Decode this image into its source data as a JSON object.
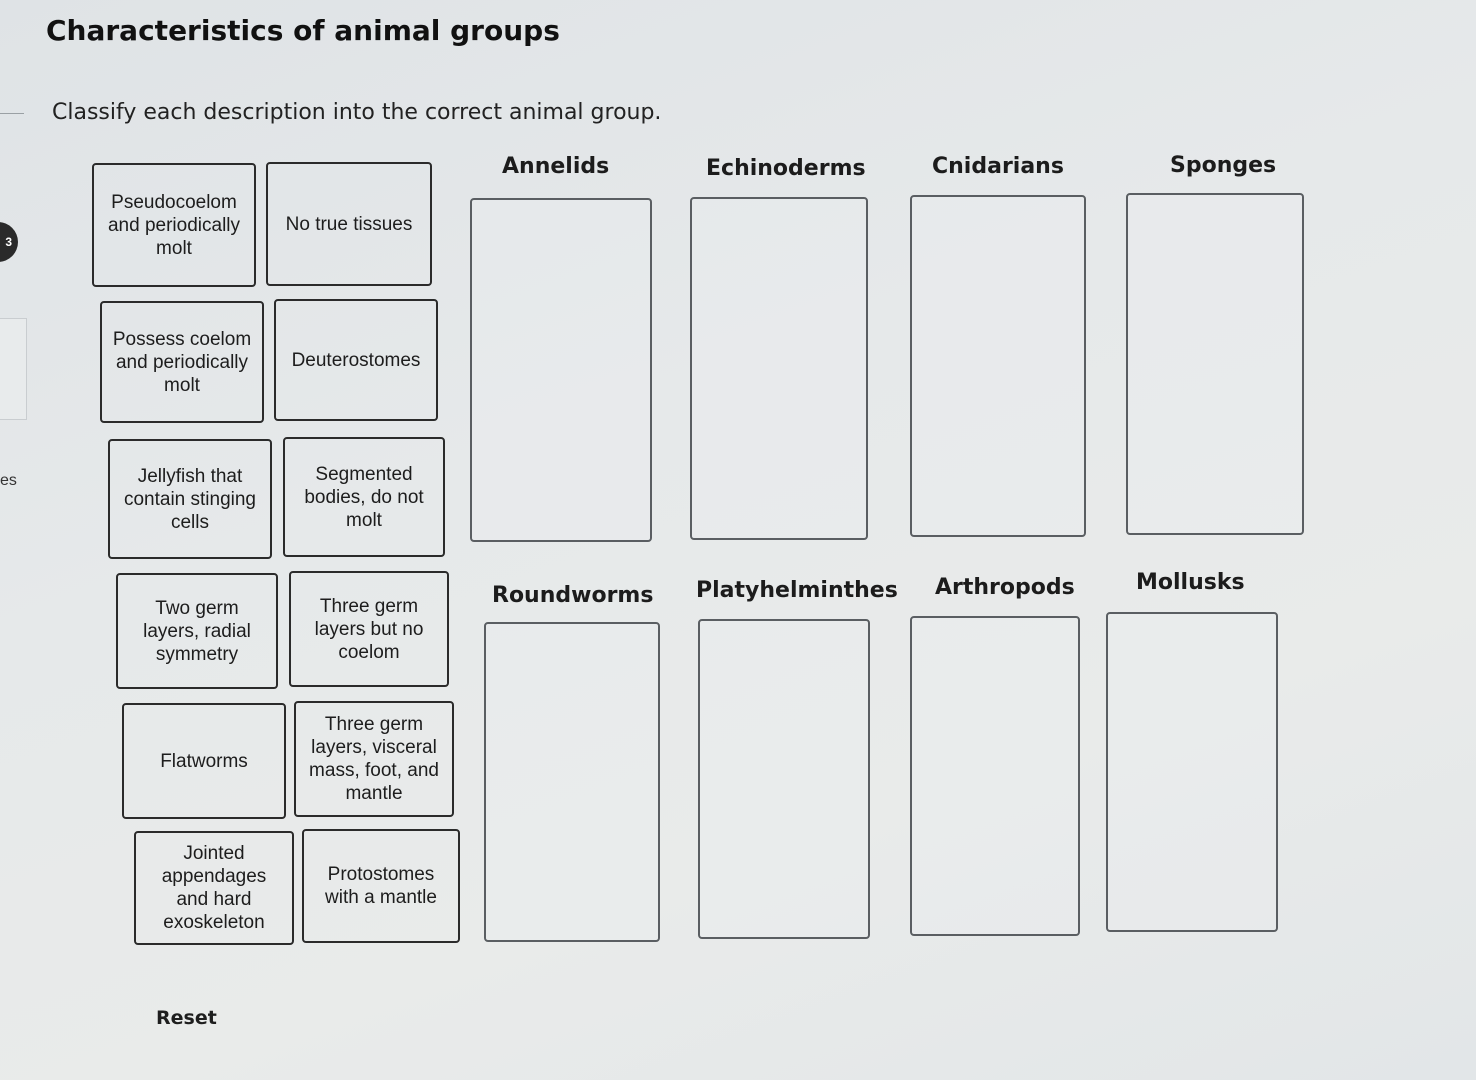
{
  "title": "Characteristics of animal groups",
  "instruction": "Classify each description into the correct animal group.",
  "sidebar": {
    "badge_text": "3",
    "partial_text": "es"
  },
  "cards": [
    "Pseudocoelom\nand periodically\nmolt",
    "No true tissues",
    "Possess coelom\nand periodically\nmolt",
    "Deuterostomes",
    "Jellyfish that\ncontain stinging\ncells",
    "Segmented\nbodies, do not\nmolt",
    "Two germ\nlayers, radial\nsymmetry",
    "Three germ\nlayers but no\ncoelom",
    "Flatworms",
    "Three germ\nlayers, visceral\nmass, foot, and\nmantle",
    "Jointed\nappendages\nand hard\nexoskeleton",
    "Protostomes\nwith a mantle"
  ],
  "groups": [
    "Annelids",
    "Echinoderms",
    "Cnidarians",
    "Sponges",
    "Roundworms",
    "Platyhelminthes",
    "Arthropods",
    "Mollusks"
  ],
  "reset_label": "Reset"
}
